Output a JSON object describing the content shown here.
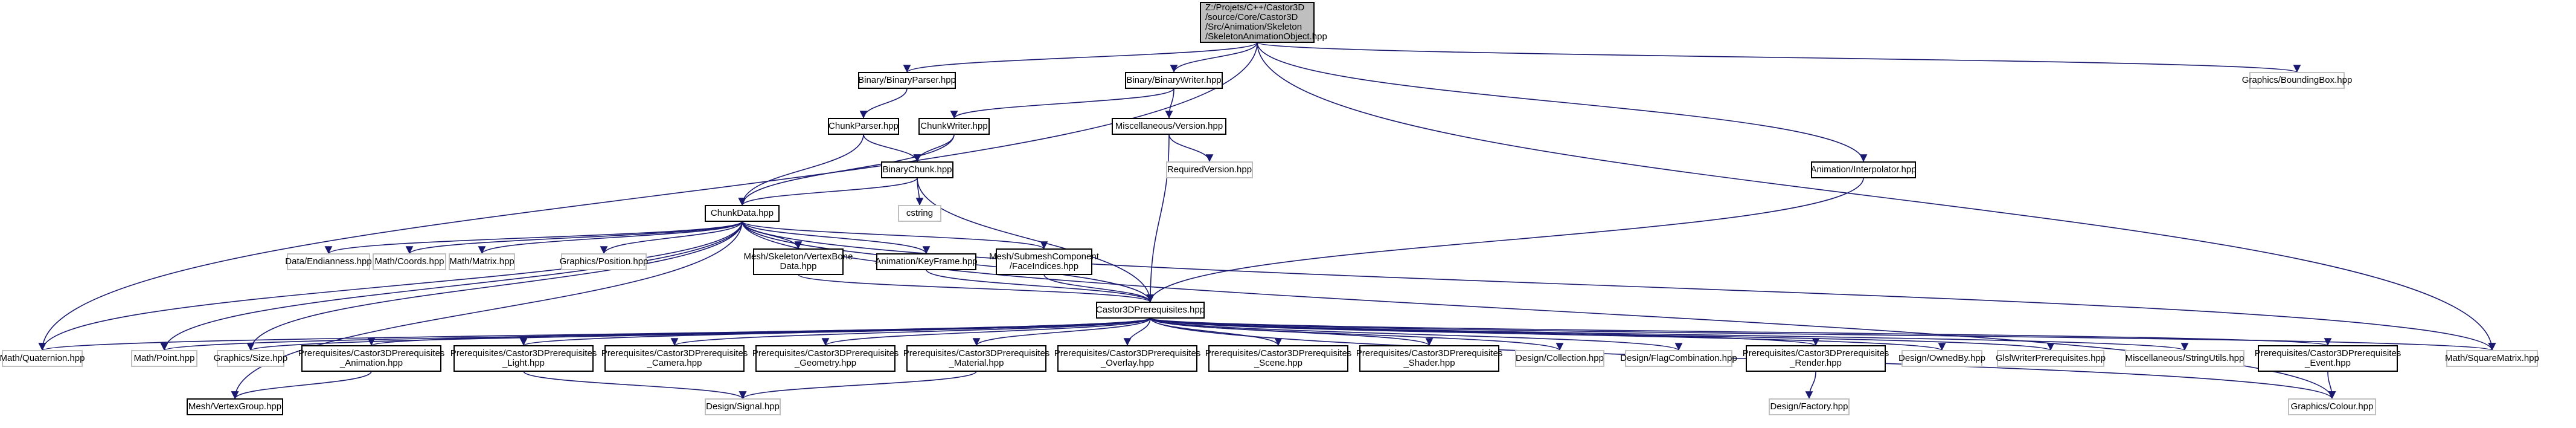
{
  "diagram": {
    "nodes": [
      {
        "id": "root",
        "label": "Z:/Projets/C++/Castor3D/source/Core/Castor3D/Src/Animation/Skeleton/SkeletonAnimationObject.hpp",
        "kind": "main"
      },
      {
        "id": "bparser",
        "label": "Binary/BinaryParser.hpp",
        "kind": "local"
      },
      {
        "id": "bwriter",
        "label": "Binary/BinaryWriter.hpp",
        "kind": "local"
      },
      {
        "id": "bbox",
        "label": "Graphics/BoundingBox.hpp",
        "kind": "ext"
      },
      {
        "id": "cparser",
        "label": "ChunkParser.hpp",
        "kind": "local"
      },
      {
        "id": "cwriter",
        "label": "ChunkWriter.hpp",
        "kind": "local"
      },
      {
        "id": "version",
        "label": "Miscellaneous/Version.hpp",
        "kind": "local"
      },
      {
        "id": "reqver",
        "label": "RequiredVersion.hpp",
        "kind": "ext"
      },
      {
        "id": "bchunk",
        "label": "BinaryChunk.hpp",
        "kind": "local"
      },
      {
        "id": "interp",
        "label": "Animation/Interpolator.hpp",
        "kind": "local"
      },
      {
        "id": "cstring",
        "label": "cstring",
        "kind": "ext"
      },
      {
        "id": "cdata",
        "label": "ChunkData.hpp",
        "kind": "local"
      },
      {
        "id": "endian",
        "label": "Data/Endianness.hpp",
        "kind": "ext"
      },
      {
        "id": "coords",
        "label": "Math/Coords.hpp",
        "kind": "ext"
      },
      {
        "id": "matrix",
        "label": "Math/Matrix.hpp",
        "kind": "ext"
      },
      {
        "id": "position",
        "label": "Graphics/Position.hpp",
        "kind": "ext"
      },
      {
        "id": "vbone",
        "label": "Mesh/Skeleton/VertexBone\nData.hpp",
        "kind": "local"
      },
      {
        "id": "keyframe",
        "label": "Animation/KeyFrame.hpp",
        "kind": "local"
      },
      {
        "id": "faceind",
        "label": "Mesh/SubmeshComponent\n/FaceIndices.hpp",
        "kind": "local"
      },
      {
        "id": "prereq",
        "label": "Castor3DPrerequisites.hpp",
        "kind": "local"
      },
      {
        "id": "quat",
        "label": "Math/Quaternion.hpp",
        "kind": "ext"
      },
      {
        "id": "point",
        "label": "Math/Point.hpp",
        "kind": "ext"
      },
      {
        "id": "size",
        "label": "Graphics/Size.hpp",
        "kind": "ext"
      },
      {
        "id": "p_anim",
        "label": "Prerequisites/Castor3DPrerequisites\n_Animation.hpp",
        "kind": "local"
      },
      {
        "id": "p_light",
        "label": "Prerequisites/Castor3DPrerequisites\n_Light.hpp",
        "kind": "local"
      },
      {
        "id": "p_camera",
        "label": "Prerequisites/Castor3DPrerequisites\n_Camera.hpp",
        "kind": "local"
      },
      {
        "id": "p_geom",
        "label": "Prerequisites/Castor3DPrerequisites\n_Geometry.hpp",
        "kind": "local"
      },
      {
        "id": "p_mat",
        "label": "Prerequisites/Castor3DPrerequisites\n_Material.hpp",
        "kind": "local"
      },
      {
        "id": "p_overlay",
        "label": "Prerequisites/Castor3DPrerequisites\n_Overlay.hpp",
        "kind": "local"
      },
      {
        "id": "p_scene",
        "label": "Prerequisites/Castor3DPrerequisites\n_Scene.hpp",
        "kind": "local"
      },
      {
        "id": "p_shader",
        "label": "Prerequisites/Castor3DPrerequisites\n_Shader.hpp",
        "kind": "local"
      },
      {
        "id": "collection",
        "label": "Design/Collection.hpp",
        "kind": "ext"
      },
      {
        "id": "flagcomb",
        "label": "Design/FlagCombination.hpp",
        "kind": "ext"
      },
      {
        "id": "p_render",
        "label": "Prerequisites/Castor3DPrerequisites\n_Render.hpp",
        "kind": "local"
      },
      {
        "id": "ownedby",
        "label": "Design/OwnedBy.hpp",
        "kind": "ext"
      },
      {
        "id": "glsl",
        "label": "GlslWriterPrerequisites.hpp",
        "kind": "ext"
      },
      {
        "id": "strutils",
        "label": "Miscellaneous/StringUtils.hpp",
        "kind": "ext"
      },
      {
        "id": "p_event",
        "label": "Prerequisites/Castor3DPrerequisites\n_Event.hpp",
        "kind": "local"
      },
      {
        "id": "sqmatrix",
        "label": "Math/SquareMatrix.hpp",
        "kind": "ext"
      },
      {
        "id": "vgroup",
        "label": "Mesh/VertexGroup.hpp",
        "kind": "local"
      },
      {
        "id": "signal",
        "label": "Design/Signal.hpp",
        "kind": "ext"
      },
      {
        "id": "factory",
        "label": "Design/Factory.hpp",
        "kind": "ext"
      },
      {
        "id": "colour",
        "label": "Graphics/Colour.hpp",
        "kind": "ext"
      }
    ],
    "edges": [
      [
        "root",
        "bparser"
      ],
      [
        "root",
        "bwriter"
      ],
      [
        "root",
        "bbox"
      ],
      [
        "root",
        "quat"
      ],
      [
        "root",
        "sqmatrix"
      ],
      [
        "root",
        "interp"
      ],
      [
        "bparser",
        "cparser"
      ],
      [
        "bwriter",
        "cwriter"
      ],
      [
        "bwriter",
        "version"
      ],
      [
        "cparser",
        "cdata"
      ],
      [
        "cparser",
        "bchunk"
      ],
      [
        "cwriter",
        "cdata"
      ],
      [
        "cwriter",
        "bchunk"
      ],
      [
        "version",
        "reqver"
      ],
      [
        "version",
        "prereq"
      ],
      [
        "bchunk",
        "cstring"
      ],
      [
        "bchunk",
        "cdata"
      ],
      [
        "bchunk",
        "prereq"
      ],
      [
        "interp",
        "prereq"
      ],
      [
        "cdata",
        "endian"
      ],
      [
        "cdata",
        "coords"
      ],
      [
        "cdata",
        "matrix"
      ],
      [
        "cdata",
        "position"
      ],
      [
        "cdata",
        "vbone"
      ],
      [
        "cdata",
        "keyframe"
      ],
      [
        "cdata",
        "faceind"
      ],
      [
        "cdata",
        "quat"
      ],
      [
        "cdata",
        "point"
      ],
      [
        "cdata",
        "size"
      ],
      [
        "cdata",
        "sqmatrix"
      ],
      [
        "cdata",
        "vgroup"
      ],
      [
        "cdata",
        "colour"
      ],
      [
        "cdata",
        "prereq"
      ],
      [
        "vbone",
        "prereq"
      ],
      [
        "keyframe",
        "prereq"
      ],
      [
        "faceind",
        "prereq"
      ],
      [
        "prereq",
        "quat"
      ],
      [
        "prereq",
        "point"
      ],
      [
        "prereq",
        "size"
      ],
      [
        "prereq",
        "p_anim"
      ],
      [
        "prereq",
        "p_light"
      ],
      [
        "prereq",
        "p_camera"
      ],
      [
        "prereq",
        "p_geom"
      ],
      [
        "prereq",
        "p_mat"
      ],
      [
        "prereq",
        "p_overlay"
      ],
      [
        "prereq",
        "p_scene"
      ],
      [
        "prereq",
        "p_shader"
      ],
      [
        "prereq",
        "collection"
      ],
      [
        "prereq",
        "flagcomb"
      ],
      [
        "prereq",
        "p_render"
      ],
      [
        "prereq",
        "ownedby"
      ],
      [
        "prereq",
        "glsl"
      ],
      [
        "prereq",
        "strutils"
      ],
      [
        "prereq",
        "p_event"
      ],
      [
        "prereq",
        "sqmatrix"
      ],
      [
        "prereq",
        "colour"
      ],
      [
        "p_anim",
        "vgroup"
      ],
      [
        "p_light",
        "signal"
      ],
      [
        "p_mat",
        "signal"
      ],
      [
        "p_render",
        "factory"
      ],
      [
        "p_event",
        "colour"
      ]
    ]
  }
}
